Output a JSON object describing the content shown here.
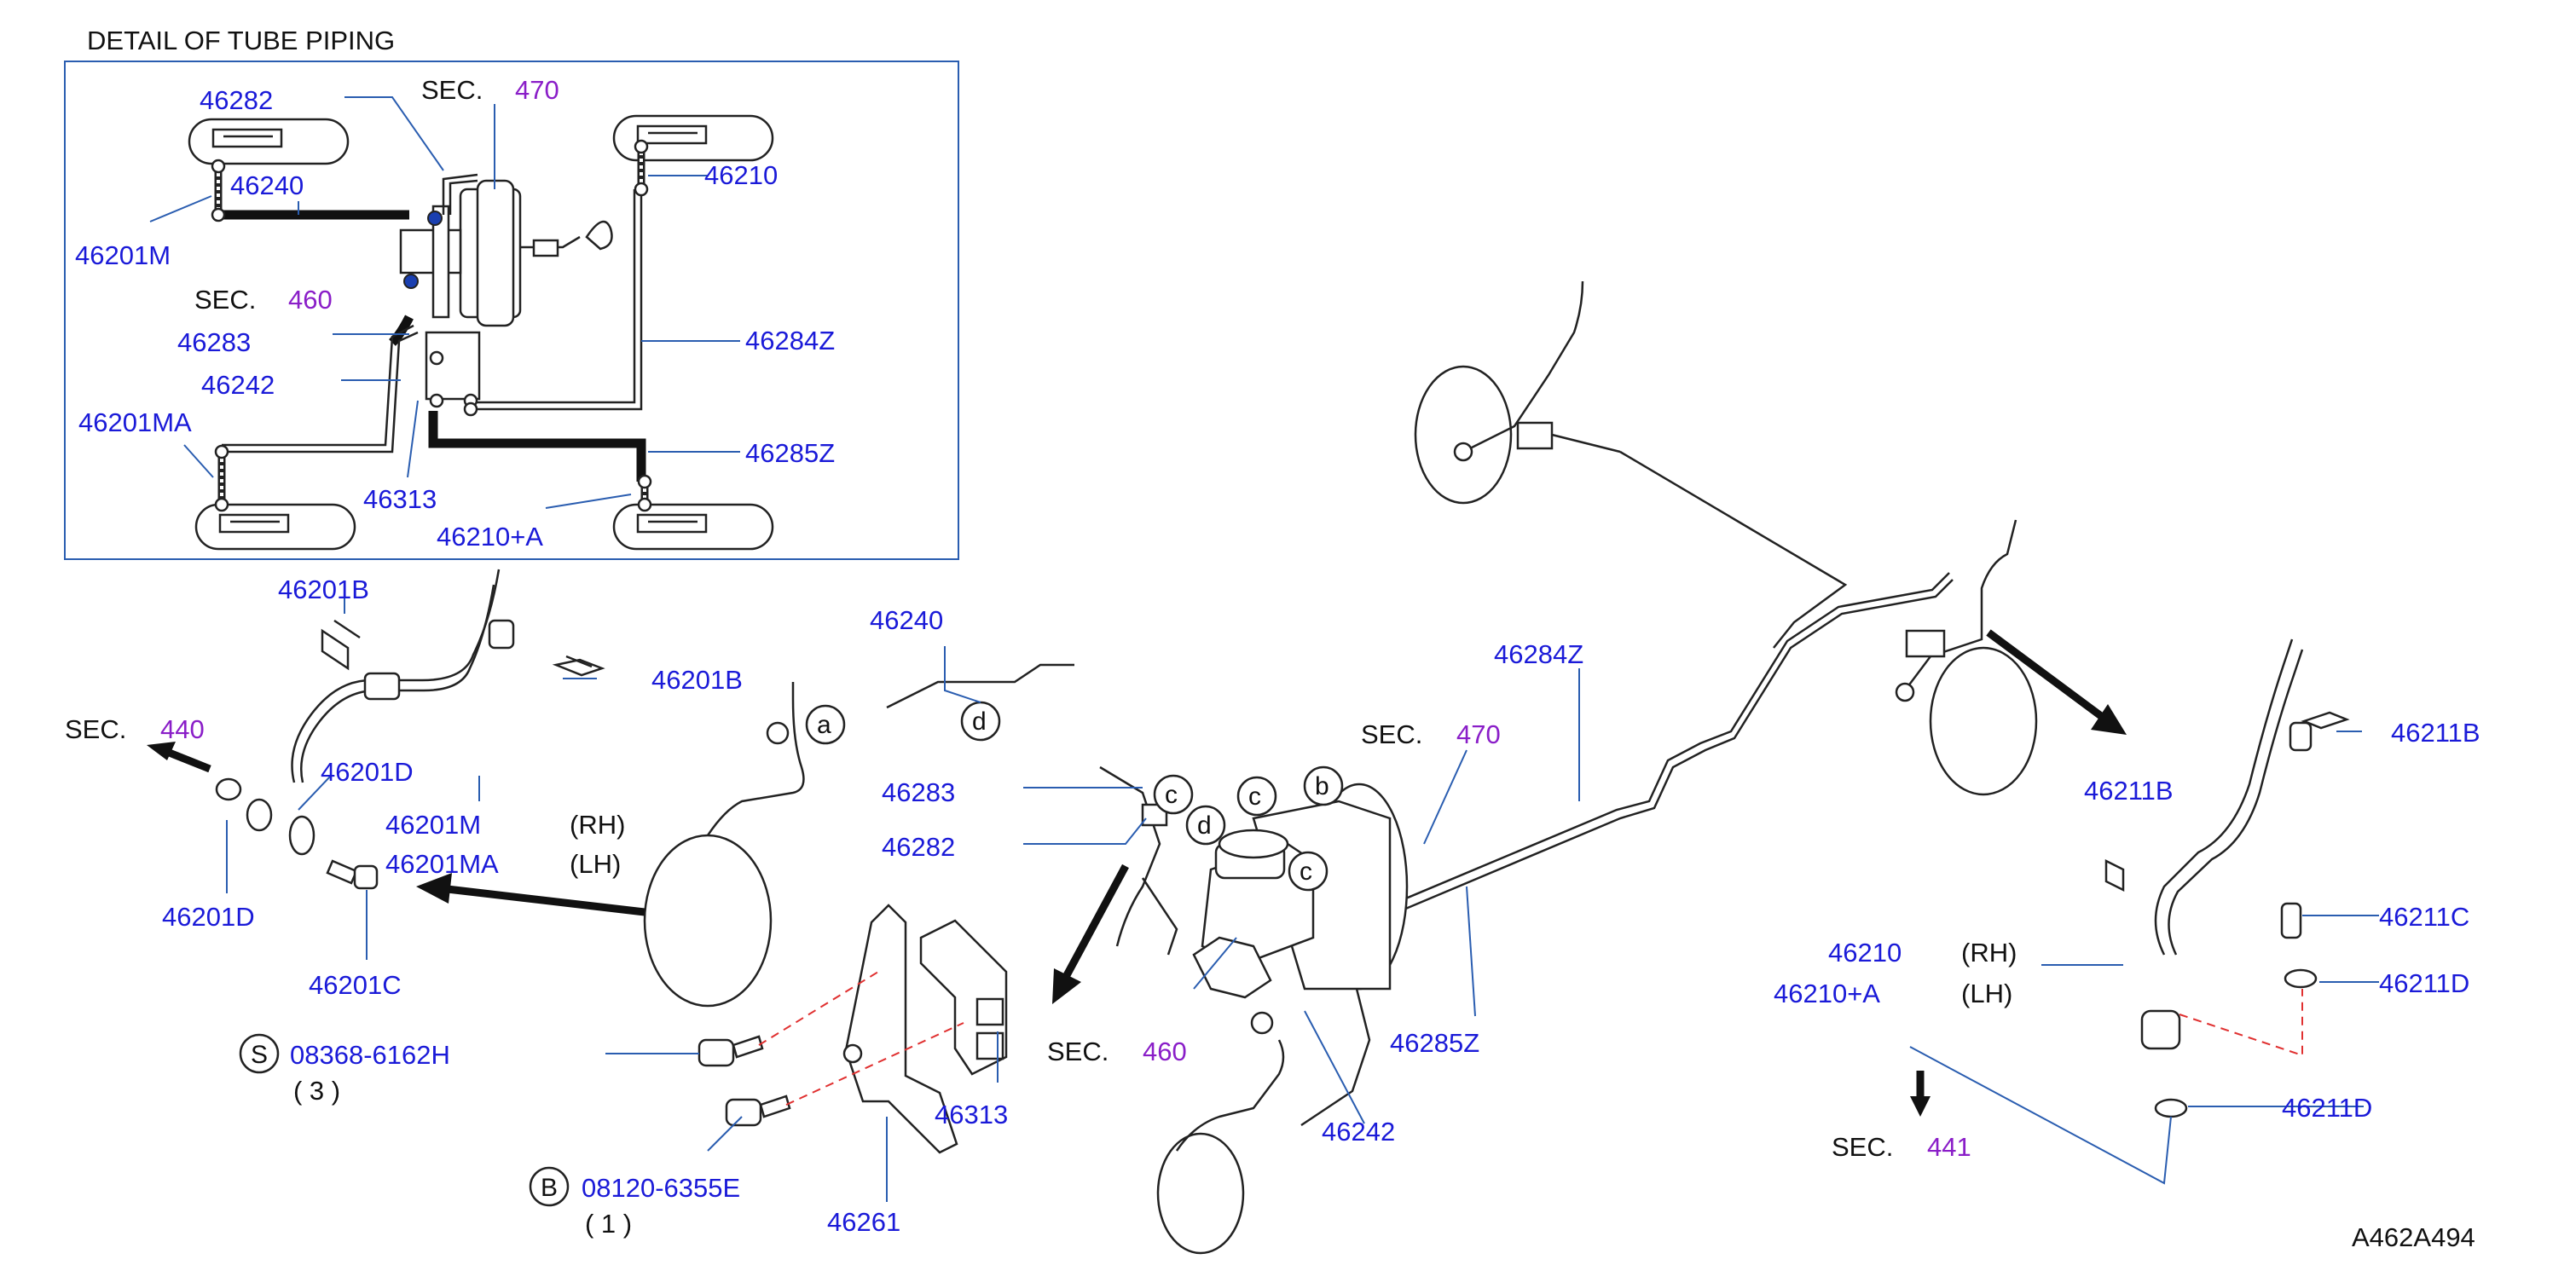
{
  "detail_title": "DETAIL  OF  TUBE  PIPING",
  "section_prefix": "SEC.",
  "sections": {
    "s470": "470",
    "s460": "460",
    "s440": "440",
    "s441": "441"
  },
  "detail_labels": {
    "p46282": "46282",
    "p46240": "46240",
    "p46201M": "46201M",
    "p46210": "46210",
    "p46283": "46283",
    "p46284Z": "46284Z",
    "p46242": "46242",
    "p46201MA": "46201MA",
    "p46285Z": "46285Z",
    "p46313": "46313",
    "p46210A": "46210+A"
  },
  "main_labels": {
    "p46201B_top": "46201B",
    "p46201B_right": "46201B",
    "p46201D_upper": "46201D",
    "p46201M": "46201M",
    "p46201MA": "46201MA",
    "p46201D_lower": "46201D",
    "p46201C": "46201C",
    "p46240": "46240",
    "p46283": "46283",
    "p46282": "46282",
    "p46284Z": "46284Z",
    "p46285Z": "46285Z",
    "p46242": "46242",
    "p46313": "46313",
    "p46261": "46261",
    "p46211B_top": "46211B",
    "p46211B_mid": "46211B",
    "p46211C": "46211C",
    "p46211D_upper": "46211D",
    "p46211D_lower": "46211D",
    "p46210": "46210",
    "p46210A": "46210+A"
  },
  "side_labels": {
    "rh": "(RH)",
    "lh": "(LH)"
  },
  "fasteners": {
    "s_symbol": "S",
    "s_part": "08368-6162H",
    "s_qty": "( 3 )",
    "b_symbol": "B",
    "b_part": "08120-6355E",
    "b_qty": "( 1    )"
  },
  "connector_letters": {
    "a": "a",
    "b": "b",
    "c": "c",
    "d": "d"
  },
  "diagram_code": "A462A494",
  "colors": {
    "part_number": "#1a1ad8",
    "section_number": "#8a1ec8",
    "leader_line": "#2a5db0",
    "detail_frame": "#2a5db0",
    "dashed_guide": "#e03030"
  }
}
